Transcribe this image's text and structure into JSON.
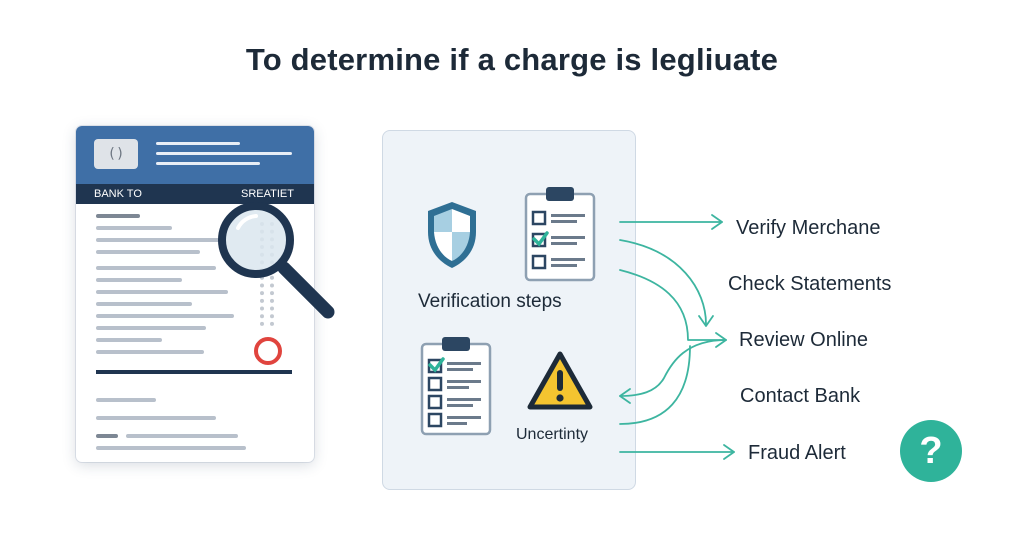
{
  "title": "To determine if a charge is legliuate",
  "statement": {
    "chip_symbol": "()",
    "bank_label": "BANK TO",
    "statement_label": "SREATIET"
  },
  "panel": {
    "label": "Verification steps",
    "uncertainty_label": "Uncertinty"
  },
  "steps": [
    {
      "label": "Verify Merchane"
    },
    {
      "label": "Check Statements"
    },
    {
      "label": "Review Online"
    },
    {
      "label": "Contact Bank"
    },
    {
      "label": "Fraud Alert"
    }
  ],
  "help_symbol": "?",
  "colors": {
    "header_blue": "#3f6fa6",
    "navy": "#1f3550",
    "teal": "#2fb39a",
    "warning": "#f4c430",
    "alert_red": "#e0443e",
    "panel_bg": "#eef3f8"
  },
  "icons": [
    "bank-chip-icon",
    "magnifier-icon",
    "shield-icon",
    "checklist-icon",
    "warning-icon",
    "help-icon"
  ]
}
